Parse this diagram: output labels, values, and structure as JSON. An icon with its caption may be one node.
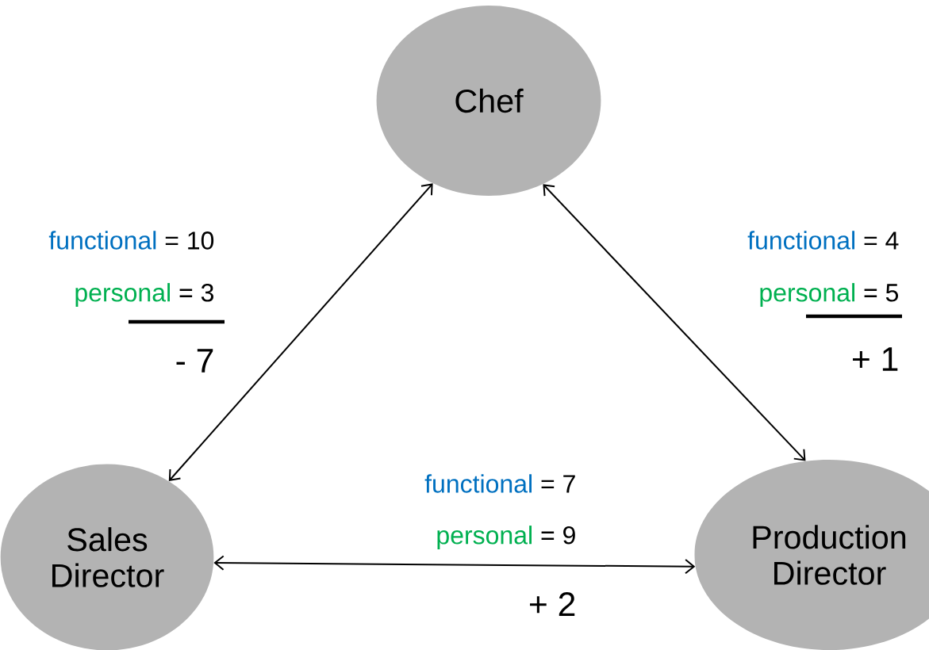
{
  "diagram": {
    "nodes": [
      {
        "text": [
          "Chef"
        ]
      },
      {
        "text": [
          "Sales Director"
        ]
      },
      {
        "text": [
          "Production Director"
        ]
      }
    ],
    "edges": [
      {
        "from": 0,
        "to": 1,
        "arrow": "both"
      },
      {
        "from": 0,
        "to": 2,
        "arrow": "both"
      },
      {
        "from": 1,
        "to": 2,
        "arrow": "both"
      }
    ],
    "labels": [
      "functional",
      "= 10",
      "personal",
      "= 3",
      "- 7",
      "functional",
      "= 4",
      "personal",
      "= 5",
      "+ 1",
      "functional",
      "= 7",
      "personal",
      "= 9",
      "+ 2"
    ]
  }
}
